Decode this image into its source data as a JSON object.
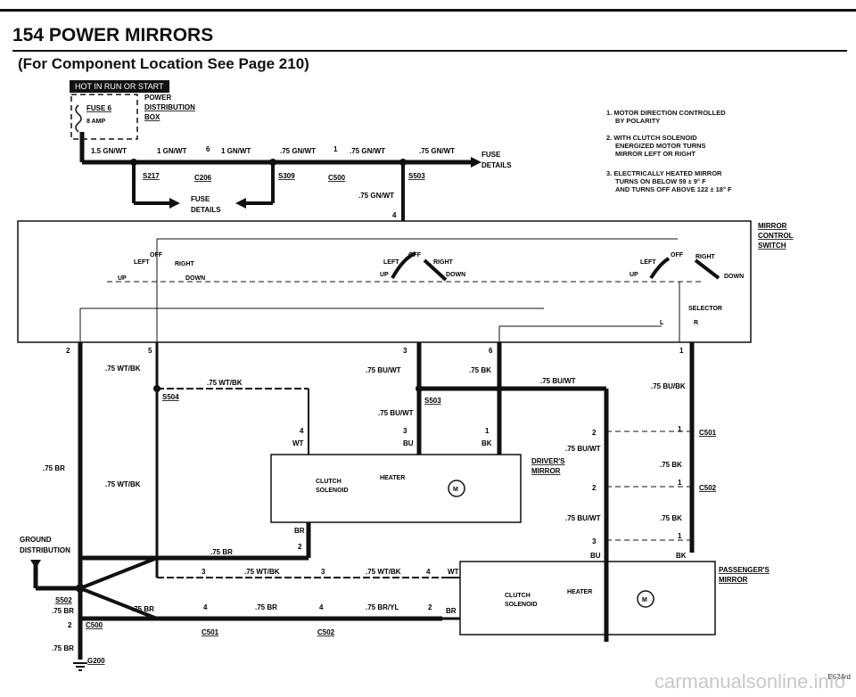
{
  "header": {
    "title": "154 POWER MIRRORS",
    "subtitle": "(For Component Location See Page 210)",
    "hot_label": "HOT IN RUN OR START"
  },
  "notes": [
    {
      "line1": "1. MOTOR DIRECTION CONTROLLED",
      "line2": "BY POLARITY",
      "line3": ""
    },
    {
      "line1": "2. WITH CLUTCH SOLENOID",
      "line2": "ENERGIZED MOTOR TURNS",
      "line3": "MIRROR LEFT OR RIGHT"
    },
    {
      "line1": "3. ELECTRICALLY HEATED MIRROR",
      "line2": "TURNS ON BELOW 59 ± 9° F",
      "line3": "AND TURNS OFF ABOVE 122 ± 18° F"
    }
  ],
  "fusebox": {
    "fuse": "FUSE 6",
    "amp": "8 AMP",
    "box1": "POWER",
    "box2": "DISTRIBUTION",
    "box3": "BOX"
  },
  "top_wires": {
    "w1": "1.5 GN/WT",
    "w2": "1 GN/WT",
    "w2pin": "6",
    "w3": "1 GN/WT",
    "w4": ".75 GN/WT",
    "w4pin": "1",
    "w5": ".75 GN/WT",
    "w6": ".75 GN/WT",
    "w7": ".75 GN/WT",
    "pin4": "4"
  },
  "top_connectors": {
    "s217": "S217",
    "c206": "C206",
    "s309": "S309",
    "c500": "C500",
    "s503": "S503"
  },
  "fuse_details": {
    "left1": "FUSE",
    "left2": "DETAILS",
    "right1": "FUSE",
    "right2": "DETAILS"
  },
  "switch": {
    "label1": "MIRROR",
    "label2": "CONTROL",
    "label3": "SWITCH",
    "off": "OFF",
    "left": "LEFT",
    "right": "RIGHT",
    "up": "UP",
    "down": "DOWN",
    "selector": "SELECTOR",
    "l": "L",
    "r": "R",
    "pins": [
      "2",
      "5",
      "3",
      "6",
      "1"
    ]
  },
  "mid_wires": {
    "wt_bk": ".75 WT/BK",
    "bu_wt": ".75 BU/WT",
    "bk": ".75 BK",
    "bu_bk": ".75 BU/BK",
    "br": ".75 BR",
    "bu_wt2": ".75 BU/WT",
    "s504": "S504",
    "s503b": "S503",
    "wt": "WT",
    "bu": "BU",
    "bkshort": "BK",
    "pin3": "3",
    "pin4": "4",
    "pin1": "1",
    "pin2": "2"
  },
  "driver": {
    "label1": "DRIVER'S",
    "label2": "MIRROR",
    "clutch": "CLUTCH",
    "solenoid": "SOLENOID",
    "heater": "HEATER",
    "m": "M"
  },
  "right_column": {
    "c501": "C501",
    "c502": "C502",
    "bk": ".75 BK",
    "bu_wt": ".75 BU/WT",
    "bu": "BU",
    "bkshort": "BK",
    "p1": "1",
    "p2": "2",
    "p3": "3"
  },
  "ground": {
    "label1": "GROUND",
    "label2": "DISTRIBUTION",
    "br": ".75 BR",
    "s502": "S502",
    "c500": "C500",
    "g200": "G200",
    "pin2": "2"
  },
  "bottom_wires": {
    "br": ".75 BR",
    "br_pin": "BR",
    "wt_bk": ".75 WT/BK",
    "wt_bk2": ".75 WT/BK",
    "br_yl": ".75 BR/YL",
    "wt": "WT",
    "brs": "BR",
    "c501": "C501",
    "c502": "C502",
    "p3a": "3",
    "p3b": "3",
    "p4a": "4",
    "p4b": "4",
    "p4c": "4",
    "p2": "2"
  },
  "passenger": {
    "label1": "PASSENGER'S",
    "label2": "MIRROR",
    "clutch": "CLUTCH",
    "solenoid": "SOLENOID",
    "heater": "HEATER",
    "m": "M"
  },
  "footer": {
    "watermark": "carmanualsonline.info",
    "code": "E524rd"
  }
}
